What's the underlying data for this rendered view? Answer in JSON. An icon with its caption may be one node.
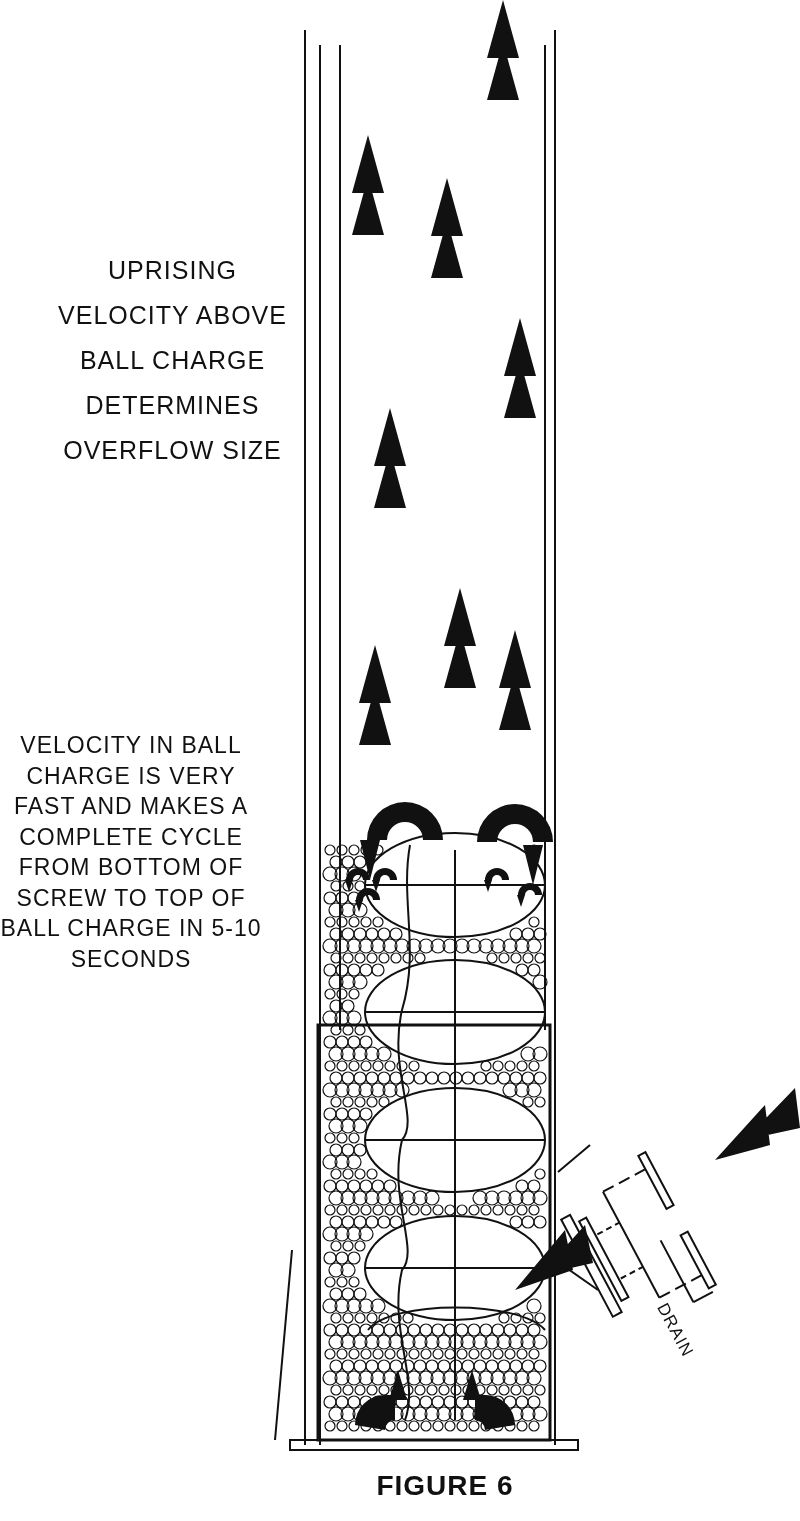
{
  "diagram": {
    "caption": "FIGURE 6",
    "labels": [
      "UPRISING VELOCITY ABOVE BALL CHARGE DETERMINES OVERFLOW SIZE",
      "VELOCITY IN BALL CHARGE IS VERY FAST AND MAKES A COMPLETE CYCLE FROM BOTTOM OF SCREW TO TOP OF BALL CHARGE IN 5-10 SECONDS",
      "DRAIN"
    ]
  }
}
